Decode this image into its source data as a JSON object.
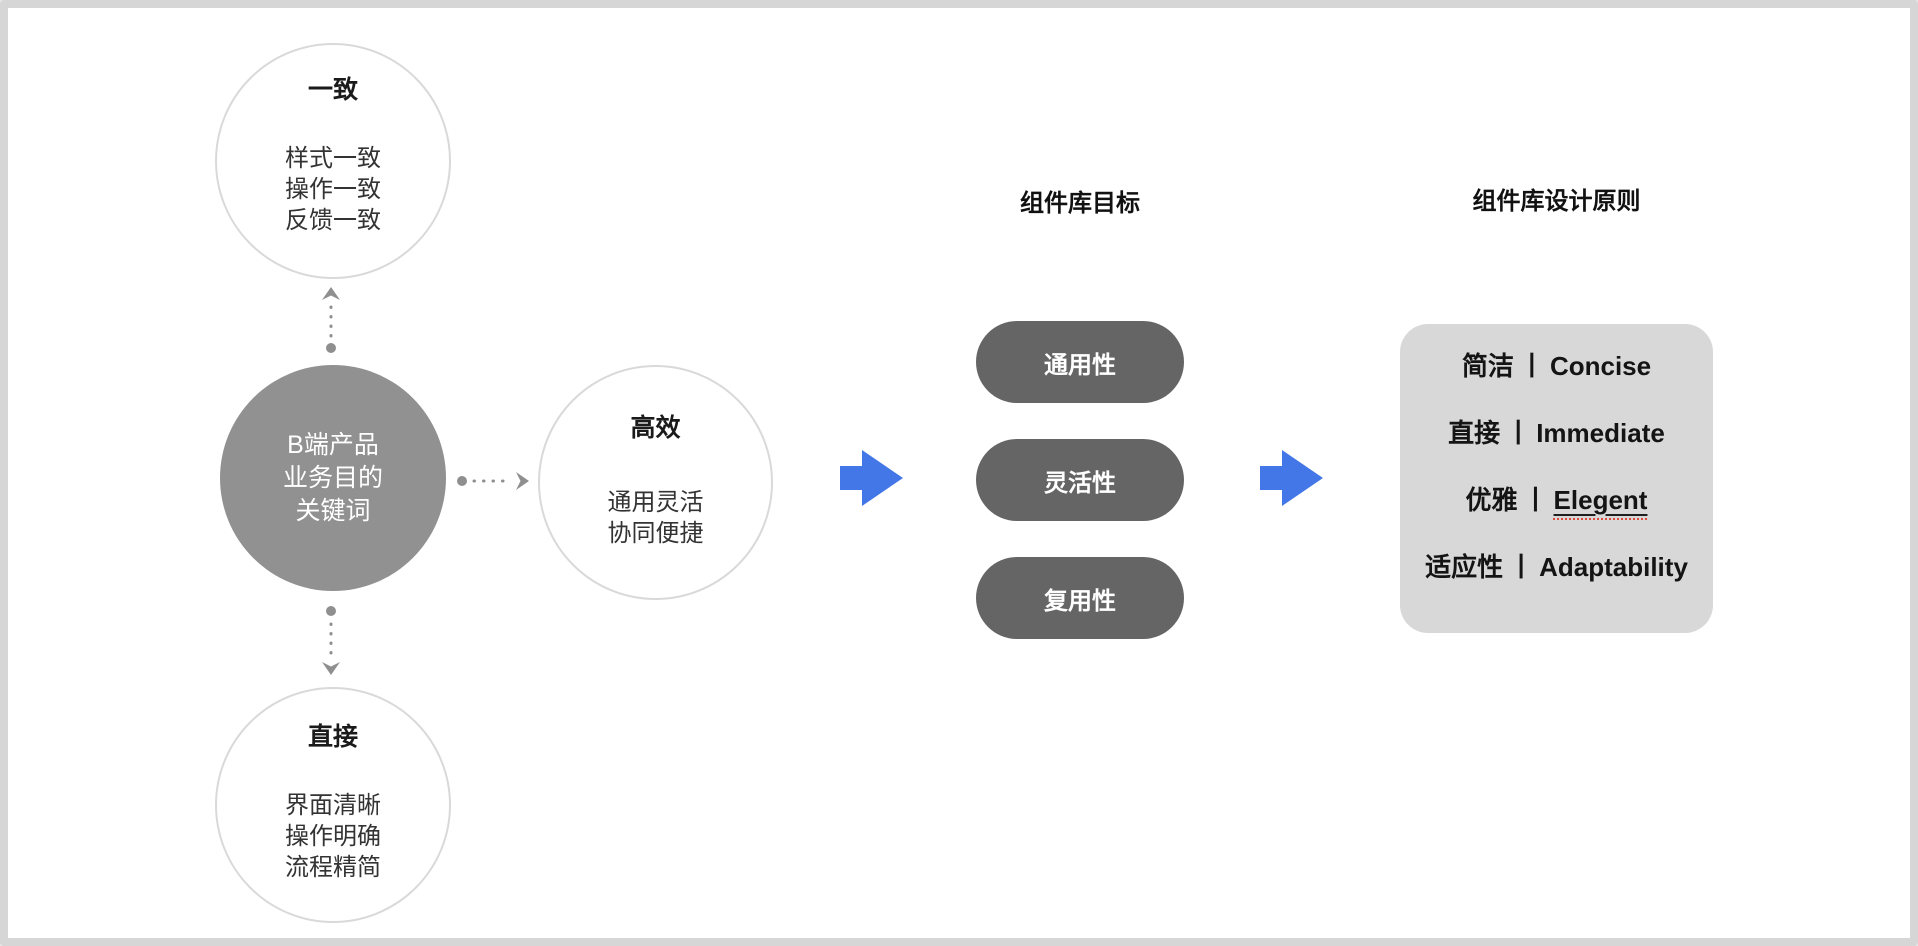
{
  "diagram": {
    "keyword_map": {
      "center_circle": {
        "lines": [
          "B端产品",
          "业务目的",
          "关键词"
        ]
      },
      "top_circle": {
        "title": "一致",
        "lines": [
          "样式一致",
          "操作一致",
          "反馈一致"
        ]
      },
      "right_circle": {
        "title": "高效",
        "lines": [
          "通用灵活",
          "协同便捷"
        ]
      },
      "bottom_circle": {
        "title": "直接",
        "lines": [
          "界面清晰",
          "操作明确",
          "流程精简"
        ]
      }
    },
    "goals": {
      "heading": "组件库目标",
      "pills": [
        "通用性",
        "灵活性",
        "复用性"
      ]
    },
    "principles": {
      "heading": "组件库设计原则",
      "separator": "丨",
      "items": [
        {
          "zh": "简洁",
          "en": "Concise"
        },
        {
          "zh": "直接",
          "en": "Immediate"
        },
        {
          "zh": "优雅",
          "en": "Elegent"
        },
        {
          "zh": "适应性",
          "en": "Adaptability"
        }
      ]
    },
    "colors": {
      "accent_blue": "#4377e8",
      "pill_gray": "#656565",
      "center_circle_gray": "#919191",
      "panel_gray": "#d8d8d8",
      "connector_gray": "#8f8f8f",
      "circle_border_gray": "#d9d9d9",
      "spellcheck_red": "#e04a3a",
      "frame_border": "#d6d6d6"
    }
  }
}
